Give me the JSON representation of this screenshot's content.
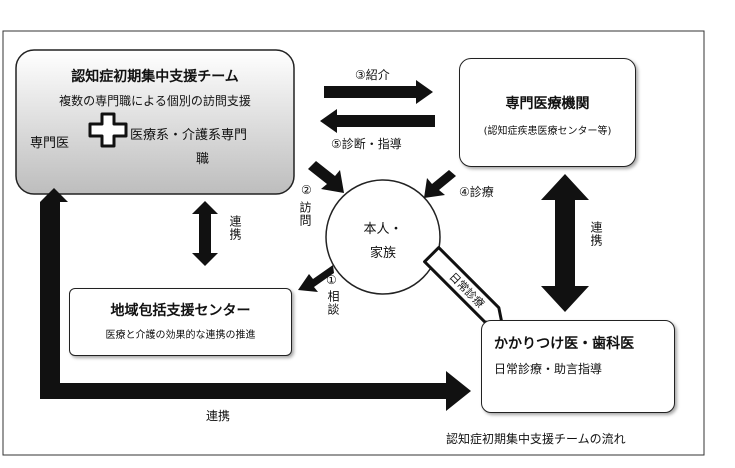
{
  "team": {
    "title": "認知症初期集中支援チーム",
    "subtitle": "複数の専門職による個別の訪問支援",
    "doctor": "専門医",
    "staff_line1": "医療系・介護系専門",
    "staff_line2": "職"
  },
  "specialist": {
    "title": "専門医療機関",
    "subtitle": "(認知症疾患医療センター等)"
  },
  "person": {
    "line1": "本人・",
    "line2": "家族"
  },
  "community": {
    "title": "地域包括支援センター",
    "subtitle": "医療と介護の効果的な連携の推進"
  },
  "family_doctor": {
    "title": "かかりつけ医・歯科医",
    "subtitle": "日常診療・助言指導"
  },
  "labels": {
    "introduce": "③紹介",
    "diagnose": "⑤診断・指導",
    "visit_num": "②",
    "visit": "訪問",
    "consult_num": "①",
    "consult": "相談",
    "exam": "④診療",
    "daily": "日常診療",
    "renkei_left": "連携",
    "renkei_right": "連携",
    "renkei_bottom": "連携"
  },
  "caption": "認知症初期集中支援チームの流れ",
  "colors": {
    "arrow": "#111111",
    "team_top": "#ffffff",
    "team_bottom": "#bdbdbd"
  }
}
